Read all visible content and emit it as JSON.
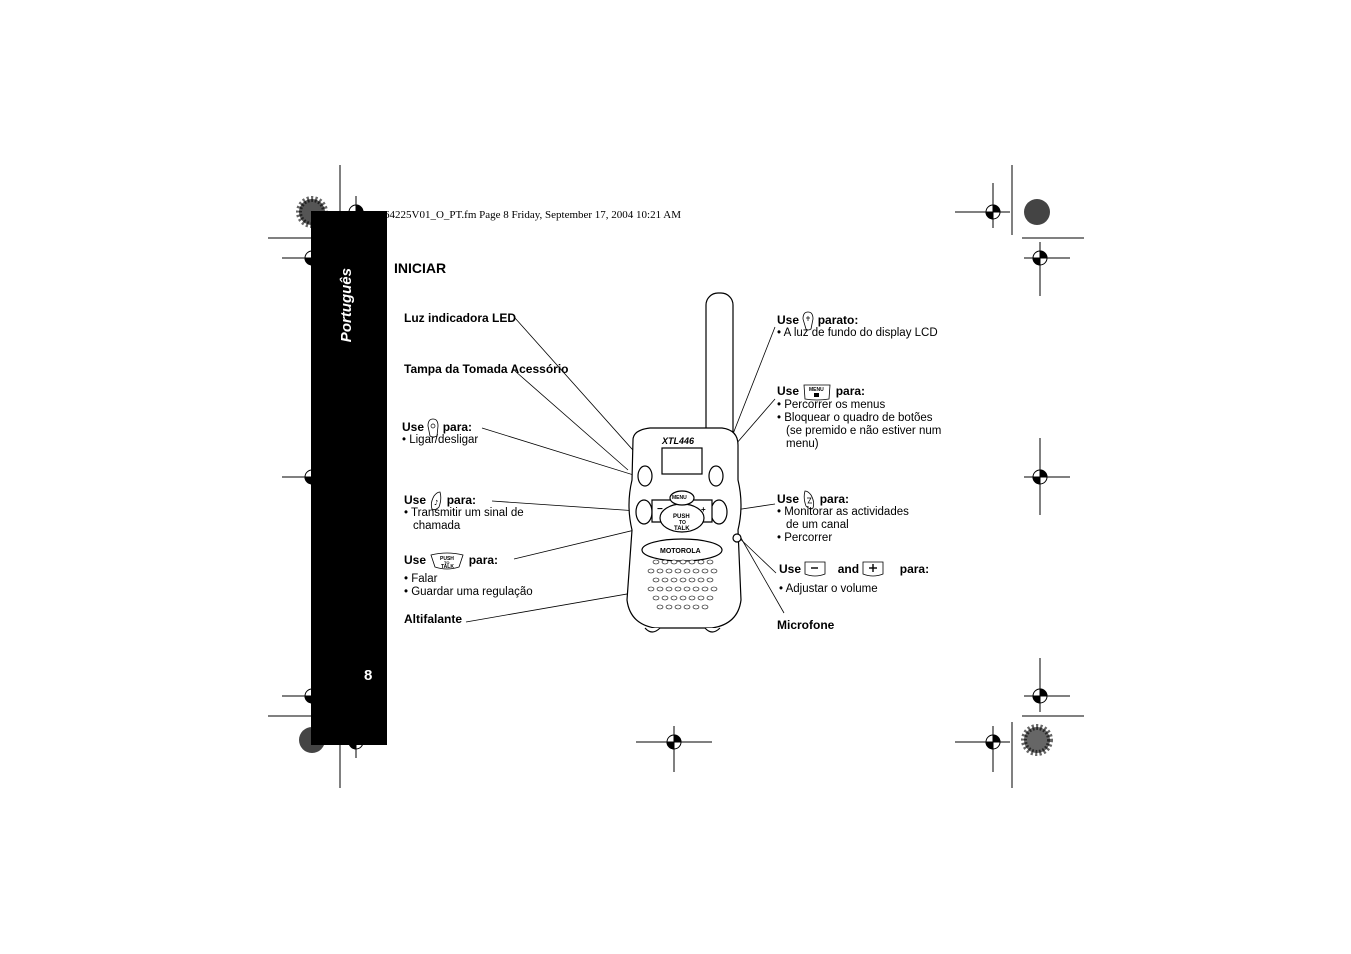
{
  "header_text": "64225V01_O_PT.fm  Page 8  Friday, September 17, 2004  10:21 AM",
  "sidebar": {
    "language": "Português",
    "page_number": "8"
  },
  "section_title": "INICIAR",
  "left_callouts": {
    "led": "Luz indicadora LED",
    "accessory": "Tampa da Tomada Acessório",
    "power": {
      "label": "Use",
      "para": "para:",
      "items": [
        "• Ligar/desligar"
      ]
    },
    "call": {
      "label": "Use",
      "para": "para:",
      "items": [
        "• Transmitir um sinal de",
        "chamada"
      ]
    },
    "ptt": {
      "label": "Use",
      "para": "para:",
      "items": [
        "• Falar",
        "• Guardar uma regulação"
      ]
    },
    "speaker": "Altifalante"
  },
  "right_callouts": {
    "light": {
      "label": "Use",
      "para": "parato:",
      "items": [
        "• A luz de fundo do display LCD"
      ]
    },
    "menu": {
      "label": "Use",
      "para": "para:",
      "items": [
        "• Percorrer os menus",
        "• Bloquear o quadro de botões",
        "(se premido e não estiver num",
        "menu)"
      ]
    },
    "monitor": {
      "label": "Use",
      "para": "para:",
      "items": [
        "• Monitorar as actividades",
        "de um canal",
        "• Percorrer"
      ]
    },
    "volume": {
      "label": "Use",
      "and": "and",
      "para": "para:",
      "items": [
        "• Adjustar o volume"
      ]
    },
    "mic": "Microfone"
  },
  "radio": {
    "model": "XTL446",
    "brand": "MOTOROLA",
    "ptt_line1": "PUSH",
    "ptt_line2": "TO",
    "ptt_line3": "TALK",
    "menu": "MENU"
  }
}
